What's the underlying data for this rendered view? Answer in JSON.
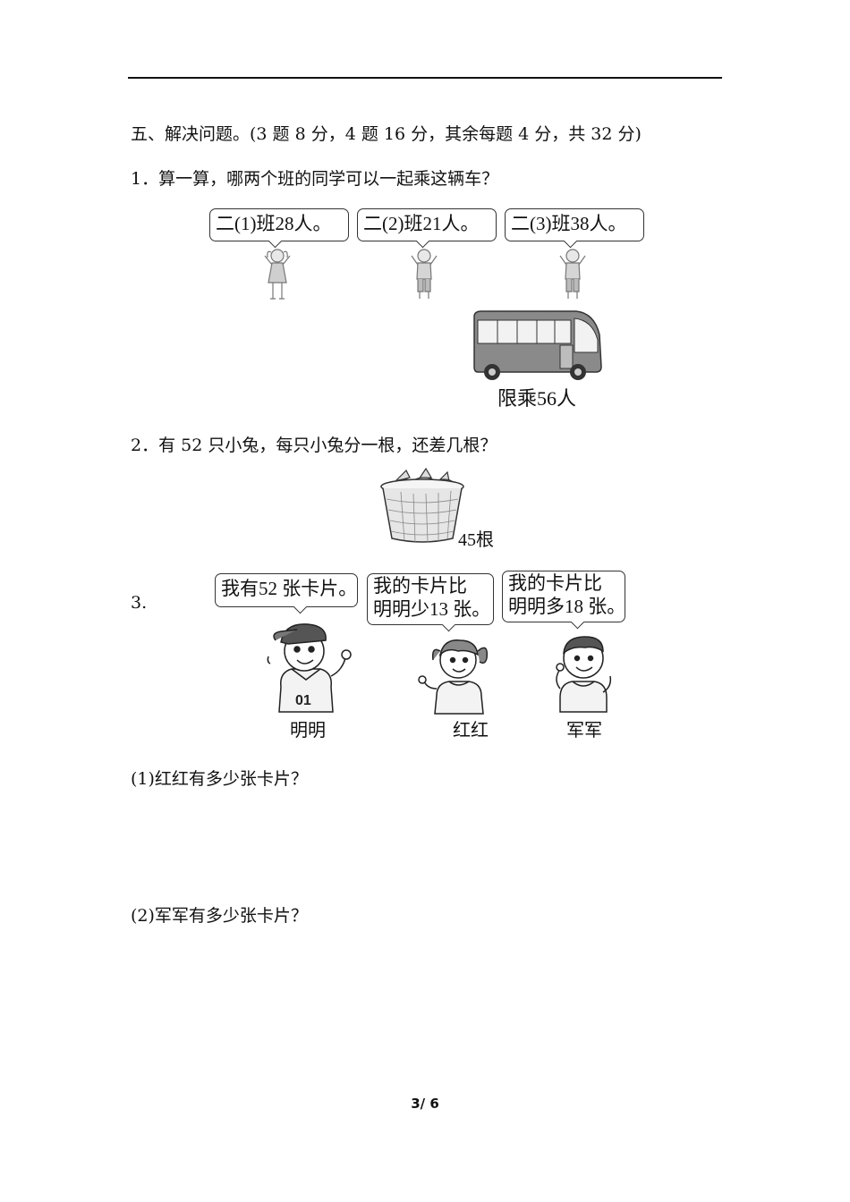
{
  "section_title": "五、解决问题。(3 题 8 分，4 题 16 分，其余每题 4 分，共 32 分)",
  "q1": {
    "text": "1．算一算，哪两个班的同学可以一起乘这辆车？",
    "classes": [
      "二(1)班28人。",
      "二(2)班21人。",
      "二(3)班38人。"
    ],
    "bus_label": "限乘56人"
  },
  "q2": {
    "text": "2．有 52 只小兔，每只小兔分一根，还差几根？",
    "basket_label": "45根"
  },
  "q3": {
    "number": "3.",
    "bubbles": [
      {
        "line1": "我有52 张卡片。",
        "line2": ""
      },
      {
        "line1": "我的卡片比",
        "line2": "明明少13 张。"
      },
      {
        "line1": "我的卡片比",
        "line2": "明明多18 张。"
      }
    ],
    "names": [
      "明明",
      "红红",
      "军军"
    ],
    "shirt_number": "01",
    "sub1": "(1)红红有多少张卡片？",
    "sub2": "(2)军军有多少张卡片？"
  },
  "page_number": "3/ 6"
}
